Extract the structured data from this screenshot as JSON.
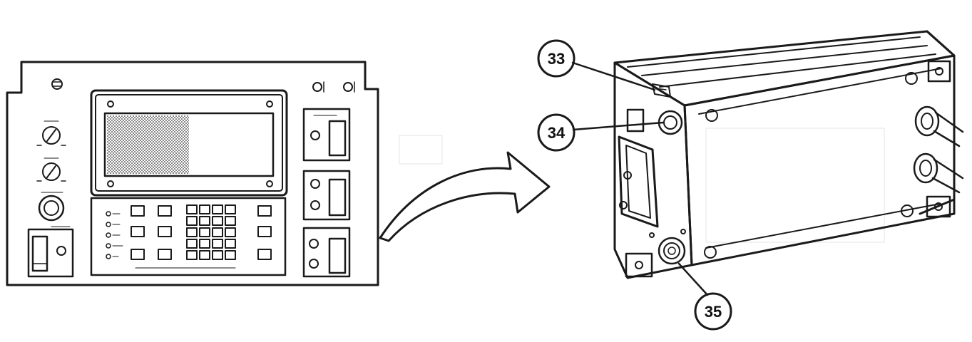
{
  "callouts": {
    "c33": "33",
    "c34": "34",
    "c35": "35"
  },
  "colors": {
    "ink": "#1a1a1a",
    "background": "#ffffff",
    "shading": "#555555"
  }
}
